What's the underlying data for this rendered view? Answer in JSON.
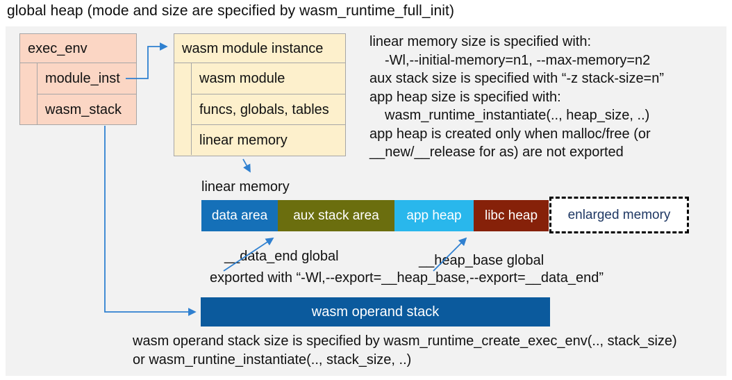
{
  "title": "global heap (mode and size are specified by wasm_runtime_full_init)",
  "exec_env": {
    "header": "exec_env",
    "fields": [
      "module_inst",
      "wasm_stack"
    ]
  },
  "module_instance": {
    "header": "wasm module instance",
    "fields": [
      "wasm module",
      "funcs, globals, tables",
      "linear memory"
    ]
  },
  "info_lines": [
    "linear memory size is specified with:",
    "-Wl,--initial-memory=n1, --max-memory=n2",
    "aux stack size is specified with “-z stack-size=n”",
    "app heap size is specified with:",
    "wasm_runtime_instantiate(.., heap_size, ..)",
    "app heap is created only when malloc/free (or",
    "__new/__release for as) are not exported"
  ],
  "linear_memory": {
    "label": "linear memory",
    "segments": [
      {
        "label": "data area",
        "color": "#1570b8"
      },
      {
        "label": "aux stack area",
        "color": "#6b6e0e"
      },
      {
        "label": "app heap",
        "color": "#29b7ec"
      },
      {
        "label": "libc heap",
        "color": "#862109"
      },
      {
        "label": "enlarged memory",
        "color": "#ffffff",
        "text_color": "#1f3864",
        "border": "dashed"
      }
    ]
  },
  "annotations": {
    "data_end": "__data_end global",
    "heap_base": "__heap_base global",
    "exported": "exported with “-Wl,--export=__heap_base,--export=__data_end”"
  },
  "operand_stack": {
    "label": "wasm operand stack"
  },
  "footer_lines": [
    "wasm operand stack size is specified by wasm_runtime_create_exec_env(.., stack_size)",
    "or wasm_runtine_instantiate(.., stack_size, ..)"
  ],
  "colors": {
    "panel_bg": "#f2f2f2",
    "exec_env_fill": "#fbd6c4",
    "module_instance_fill": "#fdf0cc",
    "box_border": "#a6a6a6",
    "connector_blue": "#2f80d0",
    "operand_stack_fill": "#0b5a9d",
    "enlarged_memory_text": "#1f3864"
  }
}
